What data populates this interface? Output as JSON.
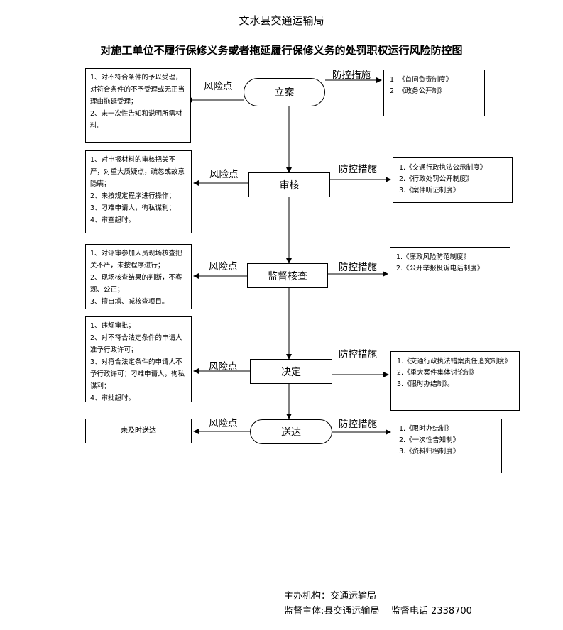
{
  "header": {
    "organization": "文水县交通运输局",
    "title": "对施工单位不履行保修义务或者拖延履行保修义务的处罚职权运行风险防控图"
  },
  "labels": {
    "risk": "风险点",
    "control": "防控措施"
  },
  "steps": [
    {
      "name": "立案",
      "risks": [
        "1、对不符合条件的予以受理，对符合条件的不予受理或无正当理由拖延受理；",
        "2、未一次性告知和说明所需材料。"
      ],
      "controls": [
        "1. 《首问负责制度》",
        "2.  《政务公开制》"
      ]
    },
    {
      "name": "审核",
      "risks": [
        "1、对申报材料的审核把关不严，对重大质疑点，疏忽或故意隐瞒；",
        "2、未按规定程序进行操作；",
        "3、刁难申请人，徇私谋利；",
        "4、审查超时。"
      ],
      "controls": [
        "1.《交通行政执法公示制度》",
        "2.《行政处罚公开制度》",
        "3.《案件听证制度》"
      ]
    },
    {
      "name": "监督核查",
      "risks": [
        "1、对评审参加人员现场核查把关不严，未按程序进行；",
        "2、现场核查结果的判断，不客观、公正；",
        "3、擅自增、减核查项目。"
      ],
      "controls": [
        "1.《廉政风险防范制度》",
        "2.《公开举报投诉电话制度》"
      ]
    },
    {
      "name": "决定",
      "risks": [
        "1、违规审批；",
        "2、对不符合法定条件的申请人准予行政许可；",
        "3、对符合法定条件的申请人不予行政许可；刁难申请人，徇私谋利；",
        "4、审批超时。"
      ],
      "controls": [
        "1.《交通行政执法错案责任追究制度》",
        "2.《重大案件集体讨论制》",
        "3.《限时办结制》。"
      ]
    },
    {
      "name": "送达",
      "risks": [
        "未及时送达"
      ],
      "controls": [
        "1.《限时办结制》",
        "2.《一次性告知制》",
        "3.《资料归档制度》"
      ]
    }
  ],
  "footer": {
    "sponsor": "主办机构：交通运输局",
    "supervisor": "监督主体:县交通运输局",
    "phone": "监督电话  2338700"
  }
}
